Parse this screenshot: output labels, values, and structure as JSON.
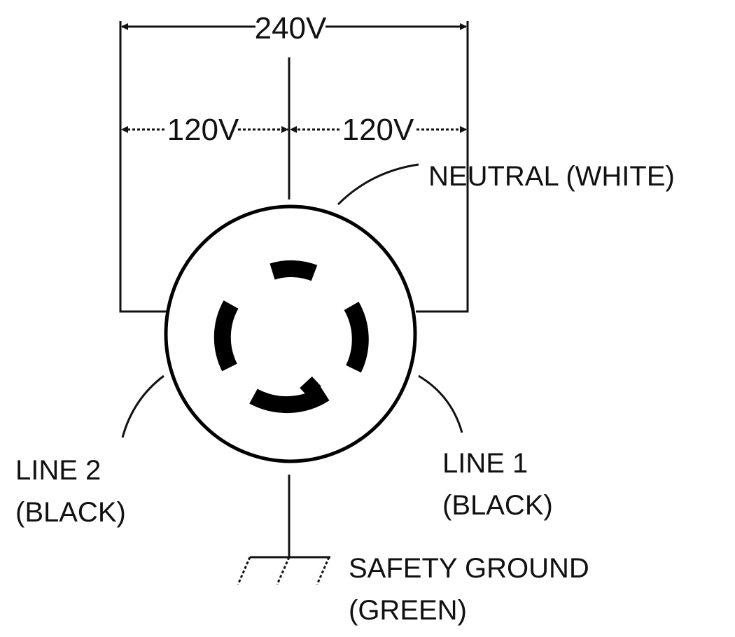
{
  "diagram": {
    "voltage_total": "240V",
    "voltage_left": "120V",
    "voltage_right": "120V",
    "neutral_label": "NEUTRAL (WHITE)",
    "line2_label": [
      "LINE 2",
      "(BLACK)"
    ],
    "line1_label": [
      "LINE 1",
      "(BLACK)"
    ],
    "ground_label": [
      "SAFETY GROUND",
      "(GREEN)"
    ]
  }
}
